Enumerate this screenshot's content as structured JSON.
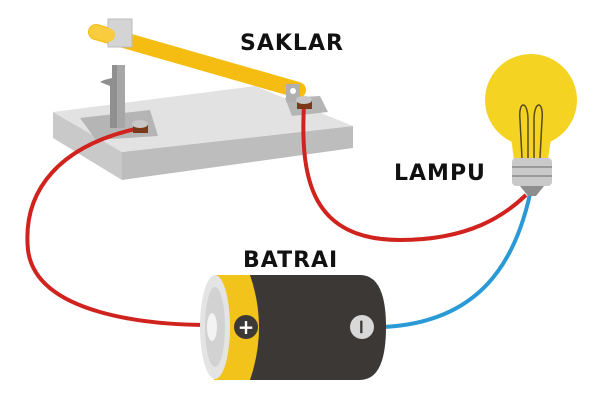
{
  "labels": {
    "switch": "SAKLAR",
    "lamp": "LAMPU",
    "battery": "BATRAI"
  },
  "battery": {
    "positive_symbol": "+",
    "negative_symbol": "−"
  },
  "colors": {
    "wire_red": "#d0231e",
    "wire_blue": "#2a9ad6",
    "lever_yellow": "#f5bd12",
    "bulb_yellow": "#f4d322",
    "battery_body": "#3c3835",
    "battery_band": "#f2c31a",
    "base_grey": "#d9d9d9"
  }
}
